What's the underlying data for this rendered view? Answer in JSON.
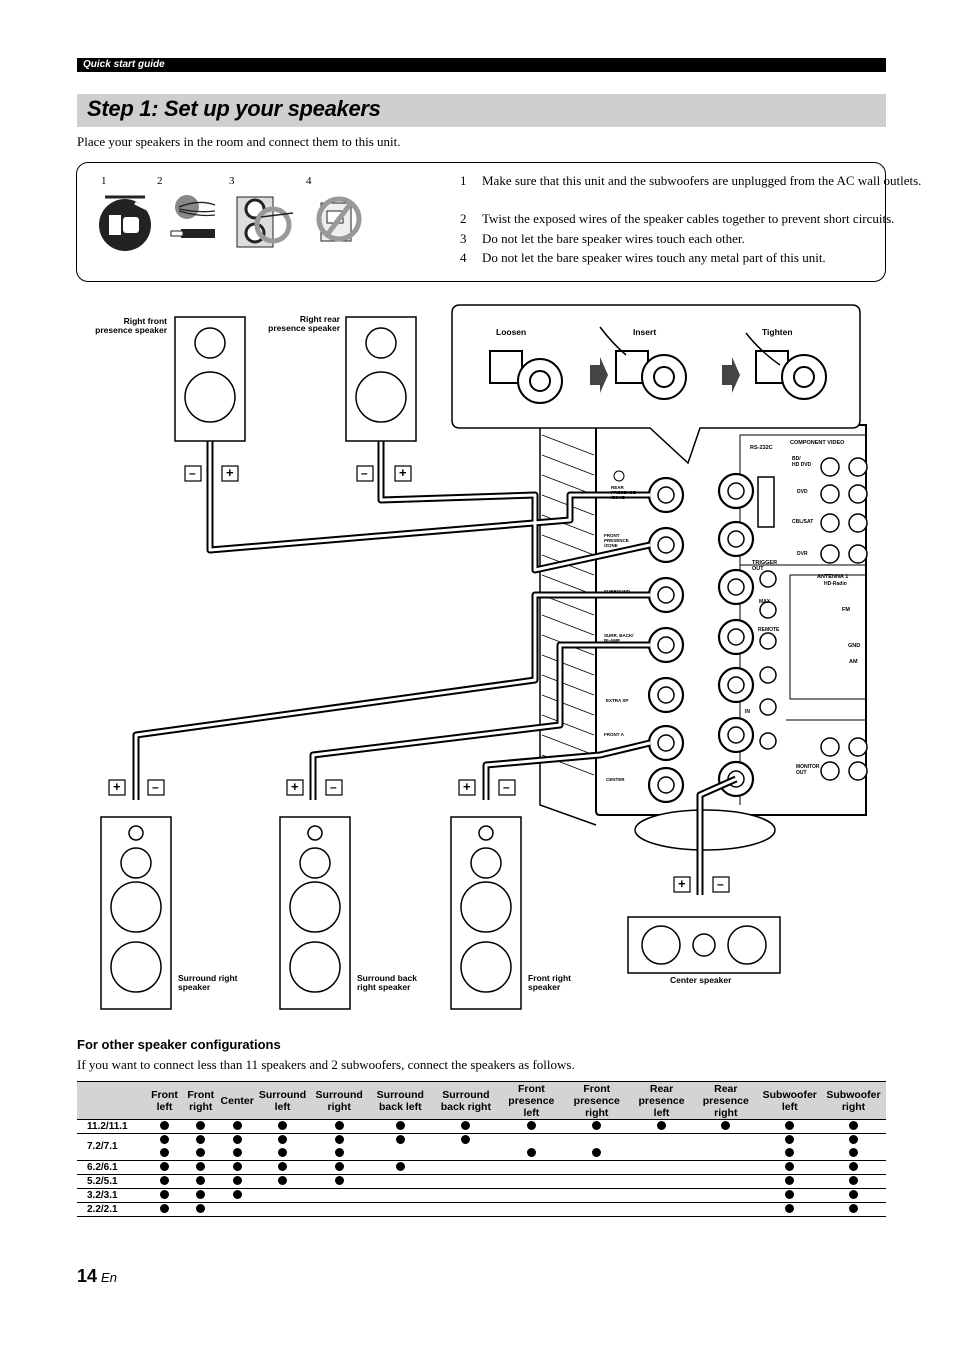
{
  "header": {
    "section": "Quick start guide"
  },
  "title": "Step 1: Set up your speakers",
  "intro": "Place your speakers in the room and connect them to this unit.",
  "caution": {
    "icon_numbers": [
      "1",
      "2",
      "3",
      "4"
    ],
    "steps": [
      {
        "num": "1",
        "text": "Make sure that this unit and the subwoofers are unplugged from the AC wall outlets."
      },
      {
        "num": "2",
        "text": "Twist the exposed wires of the speaker cables together to prevent short circuits."
      },
      {
        "num": "3",
        "text": "Do not let the bare speaker wires touch each other."
      },
      {
        "num": "4",
        "text": "Do not let the bare speaker wires touch any metal part of this unit."
      }
    ]
  },
  "diagram": {
    "terminal_steps": [
      "Loosen",
      "Insert",
      "Tighten"
    ],
    "polarity": {
      "plus": "+",
      "minus": "–"
    },
    "speakers": {
      "right_front_presence": "Right front\npresence speaker",
      "right_rear_presence": "Right rear\npresence speaker",
      "surround_right": "Surround right\nspeaker",
      "surround_back_right": "Surround back\nright speaker",
      "front_right": "Front right\nspeaker",
      "center": "Center speaker"
    },
    "unit_labels": {
      "rs232c": "RS-232C",
      "component_video": "COMPONENT VIDEO",
      "bd_dvd": "BD/\nHD DVD",
      "dvd": "DVD",
      "cbl_sat": "CBL/SAT",
      "dvr": "DVR",
      "trigger_out": "TRIGGER\nOUT",
      "antenna": "ANTENNA 1",
      "hd_radio": "HD-Radio",
      "fm": "FM",
      "gnd": "GND",
      "am": "AM",
      "remote": "REMOTE",
      "max": "MAX.",
      "in": "IN",
      "monitor_out": "MONITOR\nOUT",
      "rear_presence_zone": "REAR\nPRESENCE\n/ZONE",
      "front_presence_zone": "FRONT\nPRESENCE\n/ZONE",
      "surround": "SURROUND",
      "surr_back_biamp": "SURR. BACK/\nBI-AMP",
      "extra_sp": "EXTRA SP",
      "front_a": "FRONT A",
      "center_term": "CENTER"
    }
  },
  "other_configs": {
    "title": "For other speaker configurations",
    "description": "If you want to connect less than 11 speakers and 2 subwoofers, connect the speakers as follows.",
    "columns": [
      "Front left",
      "Front right",
      "Center",
      "Surround left",
      "Surround right",
      "Surround back left",
      "Surround back right",
      "Front presence left",
      "Front presence right",
      "Rear presence left",
      "Rear presence right",
      "Subwoofer left",
      "Subwoofer right"
    ],
    "rows": [
      {
        "config": "11.2/11.1",
        "marks": [
          1,
          1,
          1,
          1,
          1,
          1,
          1,
          1,
          1,
          1,
          1,
          1,
          1
        ],
        "sep": true
      },
      {
        "config": "7.2/7.1",
        "marks": [
          1,
          1,
          1,
          1,
          1,
          1,
          1,
          0,
          0,
          0,
          0,
          1,
          1
        ],
        "sep": true,
        "rowspan": 2
      },
      {
        "config": "",
        "marks": [
          1,
          1,
          1,
          1,
          1,
          0,
          0,
          1,
          1,
          0,
          0,
          1,
          1
        ],
        "sep": false
      },
      {
        "config": "6.2/6.1",
        "marks": [
          1,
          1,
          1,
          1,
          1,
          1,
          0,
          0,
          0,
          0,
          0,
          1,
          1
        ],
        "sep": true
      },
      {
        "config": "5.2/5.1",
        "marks": [
          1,
          1,
          1,
          1,
          1,
          0,
          0,
          0,
          0,
          0,
          0,
          1,
          1
        ],
        "sep": true
      },
      {
        "config": "3.2/3.1",
        "marks": [
          1,
          1,
          1,
          0,
          0,
          0,
          0,
          0,
          0,
          0,
          0,
          1,
          1
        ],
        "sep": true
      },
      {
        "config": "2.2/2.1",
        "marks": [
          1,
          1,
          0,
          0,
          0,
          0,
          0,
          0,
          0,
          0,
          0,
          1,
          1
        ],
        "sep": true
      }
    ]
  },
  "footer": {
    "page_number": "14",
    "lang": "En"
  }
}
